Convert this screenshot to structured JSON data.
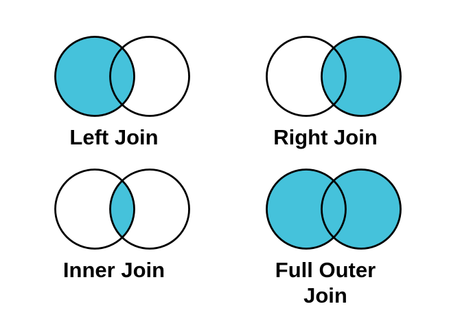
{
  "page": {
    "background": "#ffffff"
  },
  "diagram": {
    "fill_color": "#45C2DB",
    "stroke_color": "#000000",
    "circle_fill_empty": "#ffffff",
    "items": [
      {
        "id": "left-join",
        "label": "Left Join",
        "filled_regions": [
          "left"
        ]
      },
      {
        "id": "right-join",
        "label": "Right Join",
        "filled_regions": [
          "right"
        ]
      },
      {
        "id": "inner-join",
        "label": "Inner Join",
        "filled_regions": [
          "intersection"
        ]
      },
      {
        "id": "full-outer-join",
        "label": "Full Outer Join",
        "filled_regions": [
          "left",
          "right"
        ]
      }
    ]
  }
}
